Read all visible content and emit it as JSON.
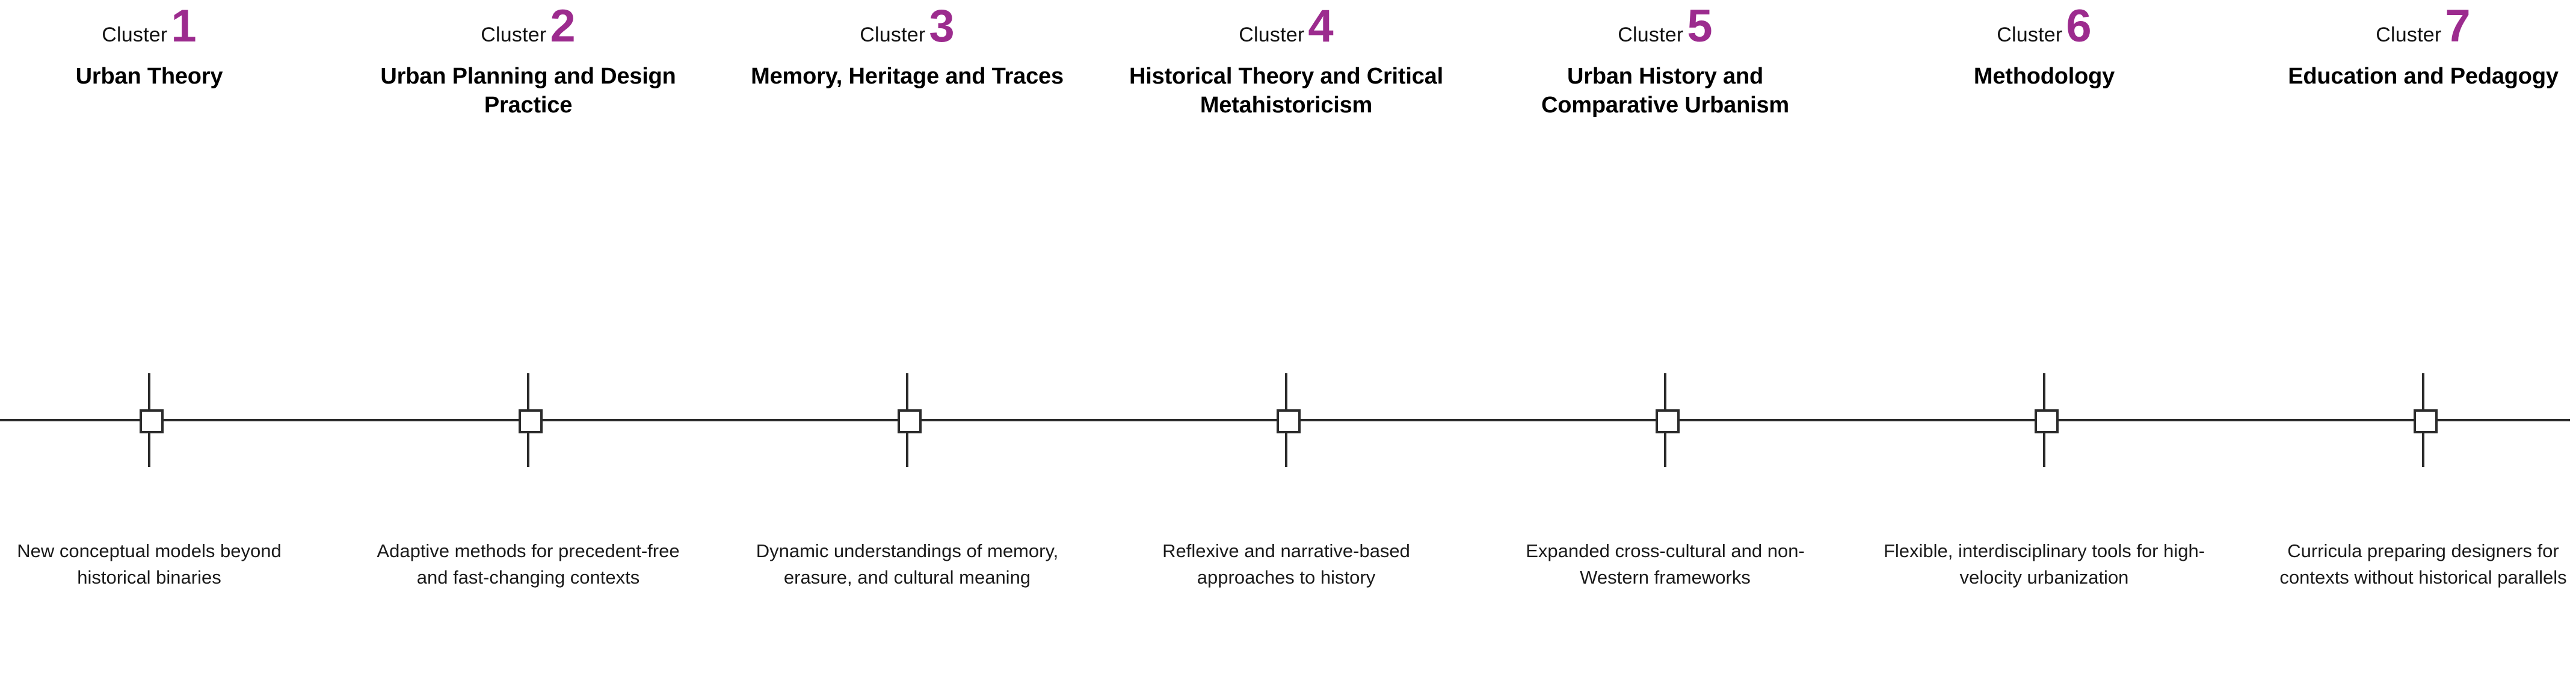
{
  "figure": {
    "type": "cluster-timeline",
    "cluster_count": 7,
    "accent_color": "#9C2B8E",
    "axis_color": "#2b2b2b",
    "text_color": "#000000",
    "background_color": "#ffffff",
    "cluster_word": "Cluster"
  },
  "clusters": [
    {
      "number": "1",
      "label_word": "Cluster",
      "title": "Urban Theory",
      "description": "New conceptual models beyond historical binaries"
    },
    {
      "number": "2",
      "label_word": "Cluster",
      "title": "Urban Planning and Design Practice",
      "description": "Adaptive methods for precedent-free and fast-changing contexts"
    },
    {
      "number": "3",
      "label_word": "Cluster",
      "title": "Memory, Heritage and Traces",
      "description": "Dynamic understandings of memory, erasure, and cultural meaning"
    },
    {
      "number": "4",
      "label_word": "Cluster",
      "title": "Historical Theory and Critical Metahistoricism",
      "description": "Reflexive and narrative-based approaches to history"
    },
    {
      "number": "5",
      "label_word": "Cluster",
      "title": "Urban History and Comparative Urbanism",
      "description": "Expanded cross-cultural and non-Western frameworks"
    },
    {
      "number": "6",
      "label_word": "Cluster",
      "title": "Methodology",
      "description": "Flexible, interdisciplinary tools for high-velocity urbanization"
    },
    {
      "number": "7",
      "label_word": "Cluster",
      "title": "Education and Pedagogy",
      "description": "Curricula preparing designers for contexts without historical parallels"
    }
  ]
}
